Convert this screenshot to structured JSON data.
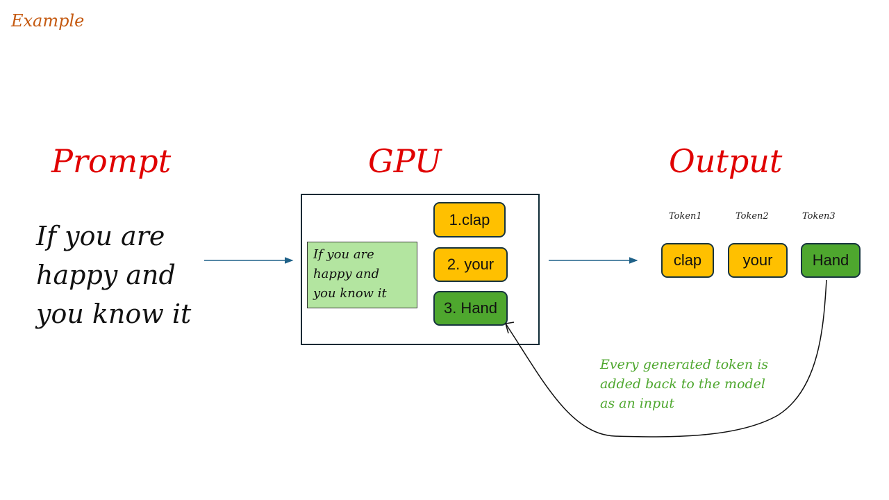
{
  "slide": {
    "label": "Example",
    "headings": {
      "prompt": "Prompt",
      "gpu": "GPU",
      "output": "Output"
    },
    "prompt": {
      "lines": [
        "If you are",
        "happy and",
        "you know it"
      ]
    },
    "gpu": {
      "input_lines": [
        "If you are",
        "happy and",
        "you know it"
      ],
      "generated": [
        {
          "label": "1.clap",
          "color": "#ffc000"
        },
        {
          "label": "2. your",
          "color": "#ffc000"
        },
        {
          "label": "3. Hand",
          "color": "#4ea72e"
        }
      ]
    },
    "output": {
      "tokens": [
        {
          "header": "Token1",
          "value": "clap",
          "color": "#ffc000"
        },
        {
          "header": "Token2",
          "value": "your",
          "color": "#ffc000"
        },
        {
          "header": "Token3",
          "value": "Hand",
          "color": "#4ea72e"
        }
      ]
    },
    "note": {
      "lines": [
        "Every generated token is",
        "added back to the model",
        "as an input"
      ],
      "color": "#4ea72e"
    },
    "colors": {
      "label": "#c55a11",
      "heading": "#e00000",
      "arrow": "#1f6188",
      "border": "#0e2a35"
    }
  }
}
